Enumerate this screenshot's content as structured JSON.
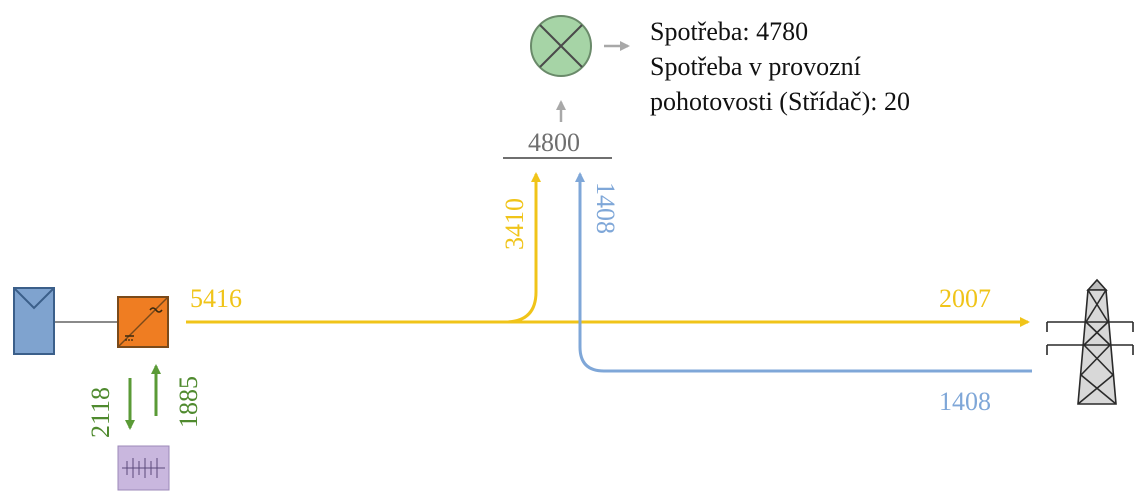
{
  "flows": {
    "pv_to_inverter": "5416",
    "to_grid": "2007",
    "from_grid": "1408",
    "to_home_solar": "3410",
    "to_home_grid": "1408",
    "battery_charge": "2118",
    "battery_discharge": "1885"
  },
  "home": {
    "total": "4800"
  },
  "consumption": {
    "line1": "Spotřeba: 4780",
    "line2": "Spotřeba v provozní",
    "line3": "pohotovosti (Střídač): 20"
  },
  "icons": {
    "pv": "solar-panel-icon",
    "inverter": "inverter-icon",
    "battery": "battery-icon",
    "load": "lamp-icon",
    "grid": "power-pylon-icon"
  },
  "colors": {
    "solar": "#f0c419",
    "grid": "#7fa7d8",
    "battery": "#4f8a2e",
    "neutral": "#6f6f6f",
    "inverter": "#ef7d22",
    "panel": "#7fa3cf",
    "lamp": "#a6d4a6",
    "battery_fill": "#c9b7de"
  }
}
